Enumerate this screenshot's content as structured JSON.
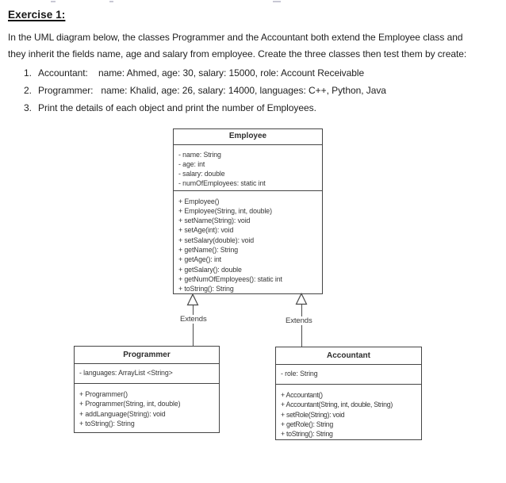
{
  "heading": {
    "text": "Exercise 1:"
  },
  "intro": {
    "lines": [
      "In the UML diagram below, the classes Programmer and the Accountant both extend the Employee class and",
      "they inherit the fields name, age and salary from employee. Create the three classes then test them by create:"
    ]
  },
  "instructions": {
    "items": [
      {
        "number": "1.",
        "text": "Accountant:    name: Ahmed, age: 30, salary: 15000, role: Account Receivable"
      },
      {
        "number": "2.",
        "text": "Programmer:   name: Khalid, age: 26, salary: 14000, languages: C++, Python, Java"
      },
      {
        "number": "3.",
        "text": "Print the details of each object and print the number of Employees."
      }
    ]
  },
  "diagram": {
    "border_color": "#454545",
    "classes": [
      {
        "name": "Employee",
        "fields": [
          "- name: String",
          "- age: int",
          "- salary: double",
          "- numOfEmployees: static int"
        ],
        "methods": [
          "+ Employee()",
          "+ Employee(String, int, double)",
          "+ setName(String): void",
          "+ setAge(int): void",
          "+ setSalary(double): void",
          "+ getName(): String",
          "+ getAge(): int",
          "+ getSalary(): double",
          "+ getNumOfEmployees(): static int",
          "+ toString(): String"
        ]
      },
      {
        "name": "Programmer",
        "fields": [
          "- languages: ArrayList <String>"
        ],
        "methods": [
          "+ Programmer()",
          "+ Programmer(String, int, double)",
          "+ addLanguage(String): void",
          "+ toString(): String"
        ]
      },
      {
        "name": "Accountant",
        "fields": [
          "- role: String"
        ],
        "methods": [
          "+ Accountant()",
          "+ Accountant(String, int, double, String)",
          "+ setRole(String): void",
          "+ getRole(): String",
          "+ toString(): String"
        ]
      }
    ],
    "relations": [
      {
        "label": "Extends",
        "from": "Programmer",
        "to": "Employee"
      },
      {
        "label": "Extends",
        "from": "Accountant",
        "to": "Employee"
      }
    ]
  }
}
